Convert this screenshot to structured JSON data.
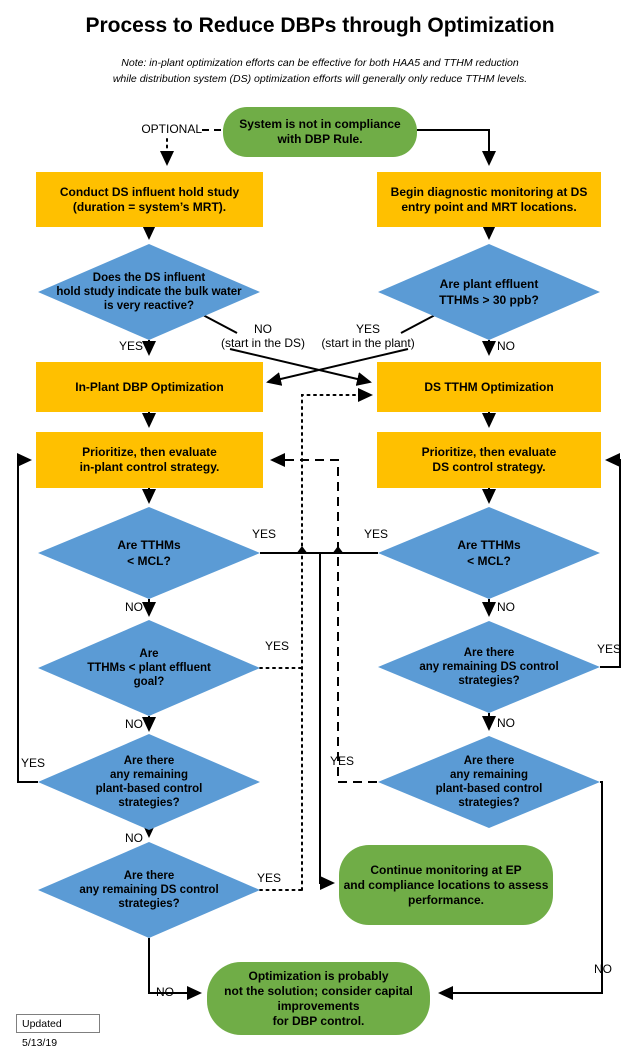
{
  "title": "Process to Reduce DBPs through Optimization",
  "note": {
    "line1": "Note: in-plant optimization efforts can be effective for both HAA5 and TTHM reduction",
    "line2": "while distribution system (DS) optimization efforts will generally only reduce TTHM levels."
  },
  "colors": {
    "green": "#70AD47",
    "orange": "#FFC000",
    "blue": "#5B9BD5",
    "line": "#000000"
  },
  "nodes": {
    "start": {
      "lines": [
        "System is not in compliance",
        "with DBP Rule."
      ]
    },
    "hold_study": {
      "lines": [
        "Conduct DS influent hold study",
        "(duration = system’s MRT)."
      ]
    },
    "diagnostic": {
      "lines": [
        "Begin diagnostic monitoring at DS",
        "entry point and MRT locations."
      ]
    },
    "reactive": {
      "lines": [
        "Does the DS influent",
        "hold study indicate the bulk water",
        "is very reactive?"
      ]
    },
    "plant_effluent": {
      "lines": [
        "Are plant effluent",
        "TTHMs > 30 ppb?"
      ]
    },
    "inplant_opt": {
      "lines": [
        "In-Plant DBP Optimization"
      ]
    },
    "ds_opt": {
      "lines": [
        "DS TTHM Optimization"
      ]
    },
    "prioritize_inplant": {
      "lines": [
        "Prioritize, then evaluate",
        "in-plant control strategy."
      ]
    },
    "prioritize_ds": {
      "lines": [
        "Prioritize, then evaluate",
        "DS control strategy."
      ]
    },
    "mcl_left": {
      "lines": [
        "Are TTHMs",
        "< MCL?"
      ]
    },
    "mcl_right": {
      "lines": [
        "Are TTHMs",
        "< MCL?"
      ]
    },
    "tthm_goal": {
      "lines": [
        "Are",
        "TTHMs < plant effluent",
        "goal?"
      ]
    },
    "ds_strategies_right": {
      "lines": [
        "Are there",
        "any remaining DS control",
        "strategies?"
      ]
    },
    "plant_strategies_left": {
      "lines": [
        "Are there",
        "any remaining",
        "plant-based control",
        "strategies?"
      ]
    },
    "plant_strategies_right": {
      "lines": [
        "Are there",
        "any remaining",
        "plant-based control",
        "strategies?"
      ]
    },
    "ds_strategies_left": {
      "lines": [
        "Are there",
        "any remaining DS control",
        "strategies?"
      ]
    },
    "continue_monitoring": {
      "lines": [
        "Continue monitoring at EP",
        "and compliance locations to assess",
        "performance."
      ]
    },
    "capital": {
      "lines": [
        "Optimization is probably",
        "not the solution; consider capital",
        "improvements",
        "for DBP control."
      ]
    }
  },
  "labels": {
    "optional": "OPTIONAL",
    "yes": "YES",
    "no": "NO",
    "no_start_line1": "NO",
    "no_start_line2": "(start in the DS)",
    "yes_start_line1": "YES",
    "yes_start_line2": "(start in the plant)"
  },
  "footer": {
    "updated": "Updated 5/13/19"
  }
}
